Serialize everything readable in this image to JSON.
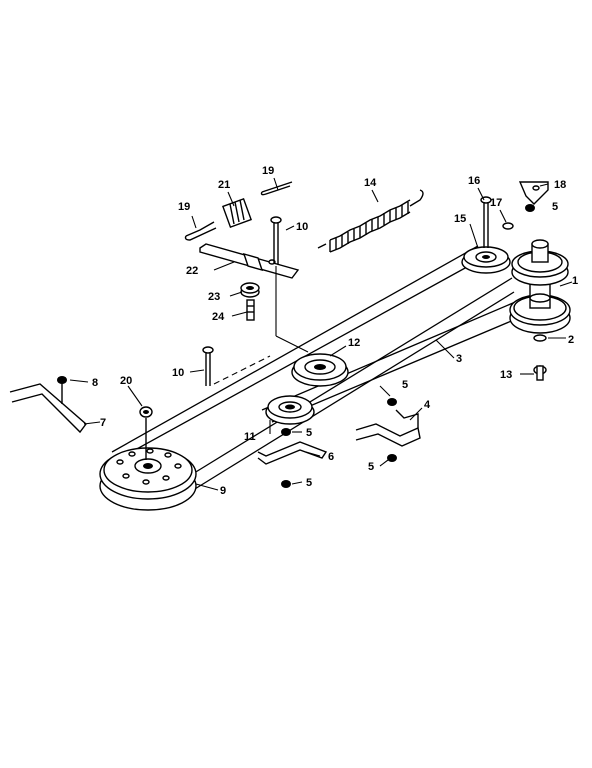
{
  "callouts": [
    {
      "id": "c1",
      "label": "1"
    },
    {
      "id": "c2",
      "label": "2"
    },
    {
      "id": "c3",
      "label": "3"
    },
    {
      "id": "c4",
      "label": "4"
    },
    {
      "id": "c5a",
      "label": "5"
    },
    {
      "id": "c5b",
      "label": "5"
    },
    {
      "id": "c5c",
      "label": "5"
    },
    {
      "id": "c5d",
      "label": "5"
    },
    {
      "id": "c5e",
      "label": "5"
    },
    {
      "id": "c6",
      "label": "6"
    },
    {
      "id": "c7",
      "label": "7"
    },
    {
      "id": "c8",
      "label": "8"
    },
    {
      "id": "c9",
      "label": "9"
    },
    {
      "id": "c10a",
      "label": "10"
    },
    {
      "id": "c10b",
      "label": "10"
    },
    {
      "id": "c11",
      "label": "11"
    },
    {
      "id": "c12",
      "label": "12"
    },
    {
      "id": "c13",
      "label": "13"
    },
    {
      "id": "c14",
      "label": "14"
    },
    {
      "id": "c15",
      "label": "15"
    },
    {
      "id": "c16",
      "label": "16"
    },
    {
      "id": "c17",
      "label": "17"
    },
    {
      "id": "c18",
      "label": "18"
    },
    {
      "id": "c19a",
      "label": "19"
    },
    {
      "id": "c19b",
      "label": "19"
    },
    {
      "id": "c20",
      "label": "20"
    },
    {
      "id": "c21",
      "label": "21"
    },
    {
      "id": "c22",
      "label": "22"
    },
    {
      "id": "c23",
      "label": "23"
    },
    {
      "id": "c24",
      "label": "24"
    }
  ]
}
